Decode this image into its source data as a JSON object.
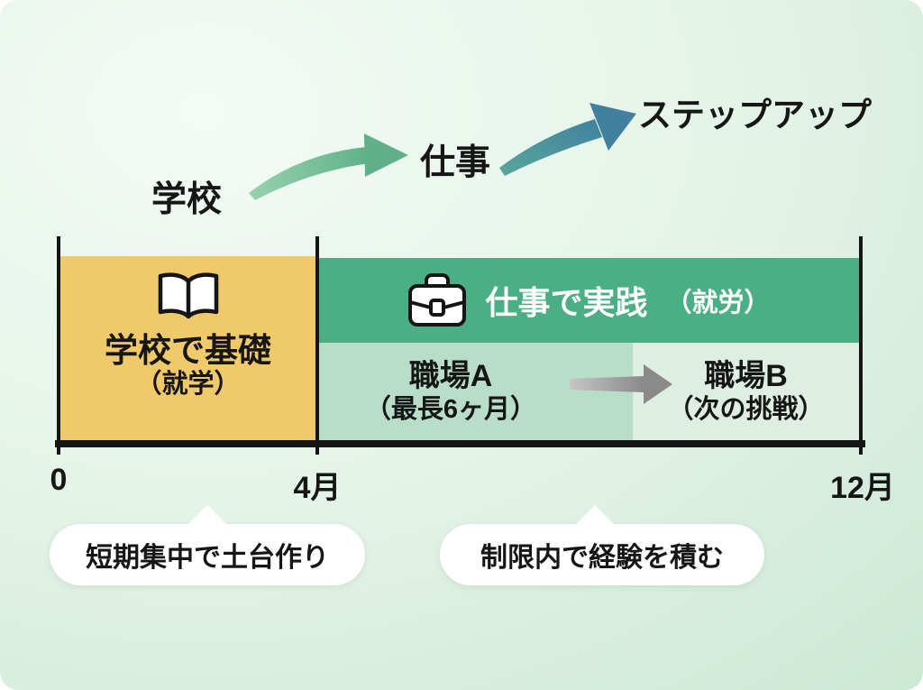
{
  "flow": {
    "school_label": "学校",
    "work_label": "仕事",
    "stepup_label": "ステップアップ"
  },
  "timeline": {
    "school_block": {
      "title": "学校で基礎",
      "subtitle": "（就学）"
    },
    "work_band": {
      "title": "仕事で実践",
      "subtitle": "（就労）"
    },
    "workplace_a": {
      "title": "職場A",
      "subtitle": "（最長6ヶ月）"
    },
    "workplace_b": {
      "title": "職場B",
      "subtitle": "（次の挑戦）"
    },
    "ticks": {
      "start": "0",
      "mid": "4月",
      "end": "12月"
    }
  },
  "callouts": {
    "left": "短期集中で土台作り",
    "right": "制限内で経験を積む"
  },
  "icons": {
    "school": "open-book-icon",
    "work": "briefcase-icon",
    "flow1": "curved-arrow-green-icon",
    "flow2": "curved-arrow-teal-icon",
    "transfer": "right-arrow-gray-icon"
  },
  "colors": {
    "school_block": "#f0ca6a",
    "work_band": "#4baf85",
    "workplace_a": "#b8ddc8",
    "workplace_b": "#deeee3",
    "axis": "#151515",
    "arrow_green": "#6fbf97",
    "arrow_teal": "#4b8ba1",
    "arrow_gray": "#9a9a9a",
    "background_mint": "#d6eddd"
  }
}
